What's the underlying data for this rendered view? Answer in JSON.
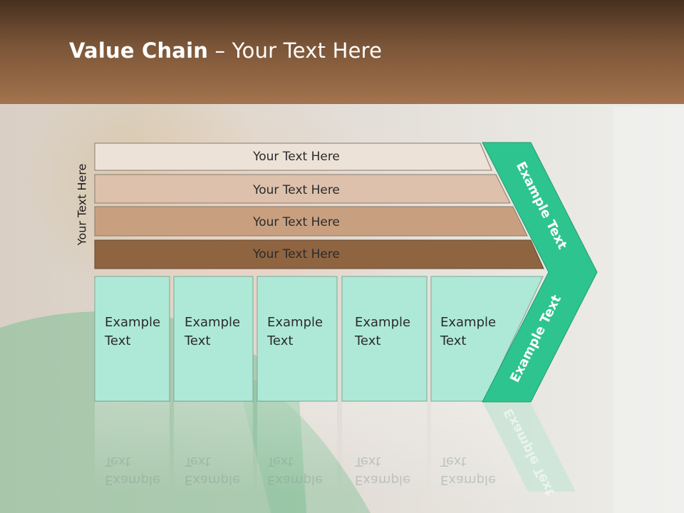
{
  "title": {
    "bold": "Value Chain",
    "rest": " – Your Text Here"
  },
  "vertical_label": "Your Text Here",
  "bars": [
    {
      "label": "Your Text Here",
      "color": "#ede2d7"
    },
    {
      "label": "Your Text Here",
      "color": "#ddc1ac"
    },
    {
      "label": "Your Text Here",
      "color": "#c8a080"
    },
    {
      "label": "Your Text Here",
      "color": "#8f6441"
    }
  ],
  "columns": [
    {
      "line1": "Example",
      "line2": "Text"
    },
    {
      "line1": "Example",
      "line2": "Text"
    },
    {
      "line1": "Example",
      "line2": "Text"
    },
    {
      "line1": "Example",
      "line2": "Text"
    },
    {
      "line1": "Example",
      "line2": "Text"
    }
  ],
  "arrow": {
    "top_label": "Example Text",
    "bottom_label": "Example Text",
    "color": "#2ec48f"
  },
  "column_color": "#ade9d6"
}
